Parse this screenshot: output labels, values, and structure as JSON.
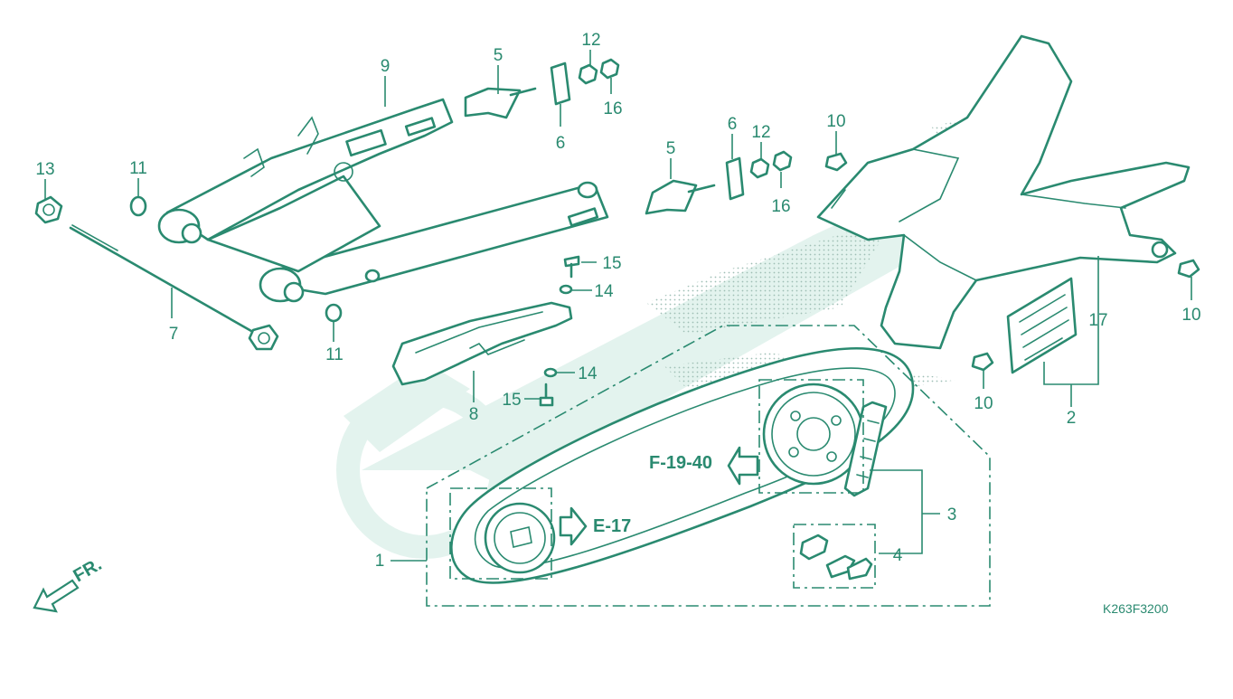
{
  "diagram": {
    "code": "K263F3200",
    "front_indicator": "FR.",
    "references": {
      "chain_ref": "F-19-40",
      "sprocket_ref": "E-17"
    },
    "colors": {
      "line": "#2a8a70",
      "watermark": "#e3f3ee",
      "stipple": "#9fbfb5",
      "background": "#ffffff"
    },
    "callouts": [
      "1",
      "2",
      "3",
      "4",
      "5",
      "5",
      "6",
      "6",
      "7",
      "8",
      "9",
      "10",
      "10",
      "10",
      "11",
      "11",
      "12",
      "12",
      "13",
      "14",
      "14",
      "15",
      "15",
      "16",
      "16",
      "17"
    ]
  }
}
